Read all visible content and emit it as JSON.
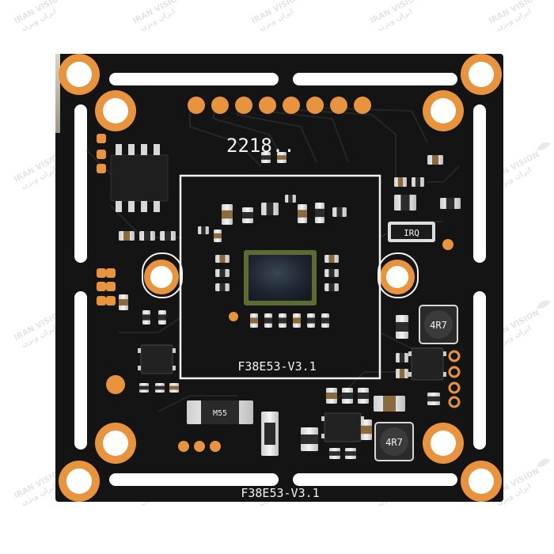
{
  "board": {
    "model_label_top": "F38E53-V3.1",
    "model_label_bottom": "F38E53-V3.1",
    "date_code": "2218..",
    "inductor_left_marking": "4R7",
    "inductor_right_marking": "4R7",
    "ircut_label": "IRQ",
    "diode_marking": "M55"
  },
  "watermark": {
    "text": "IRAN VISION",
    "subtext": "ایران ویژن"
  },
  "colors": {
    "background": "#ffffff",
    "pcb": "#141414",
    "trace": "#242424",
    "silkscreen": "#f2f2f2",
    "copper_pad": "#e8943e",
    "sensor_frame": "#5b6b34",
    "sensor_glass": "#1d2430"
  }
}
